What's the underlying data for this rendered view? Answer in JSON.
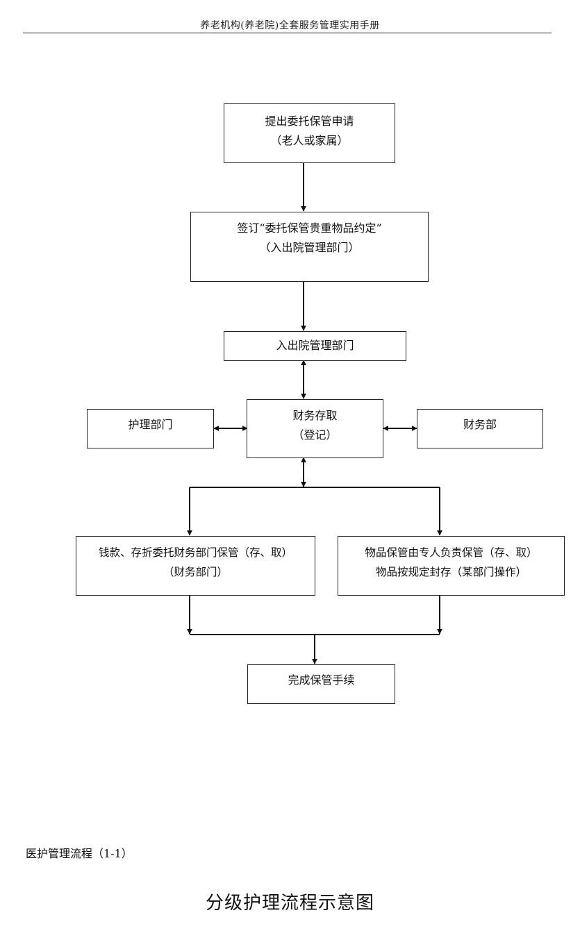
{
  "header": {
    "title": "养老机构(养老院)全套服务管理实用手册"
  },
  "flowchart": {
    "apply": {
      "line1": "提出委托保管申请",
      "line2": "（老人或家属）"
    },
    "sign": {
      "line1": "签订“委托保管贵重物品约定”",
      "line2": "（入出院管理部门）"
    },
    "admission": {
      "line1": "入出院管理部门"
    },
    "finance_access": {
      "line1": "财务存取",
      "line2": "（登记）"
    },
    "nursing": {
      "line1": "护理部门"
    },
    "finance_dept": {
      "line1": "财务部"
    },
    "money": {
      "line1": "钱款、存折委托财务部门保管（存、取）",
      "line2": "（财务部门）"
    },
    "items": {
      "line1": "物品保管由专人负责保管（存、取）",
      "line2": "物品按规定封存（某部门操作）"
    },
    "complete": {
      "line1": "完成保管手续"
    }
  },
  "footer": {
    "caption": "医护管理流程（1-1）",
    "next_title": "分级护理流程示意图"
  }
}
